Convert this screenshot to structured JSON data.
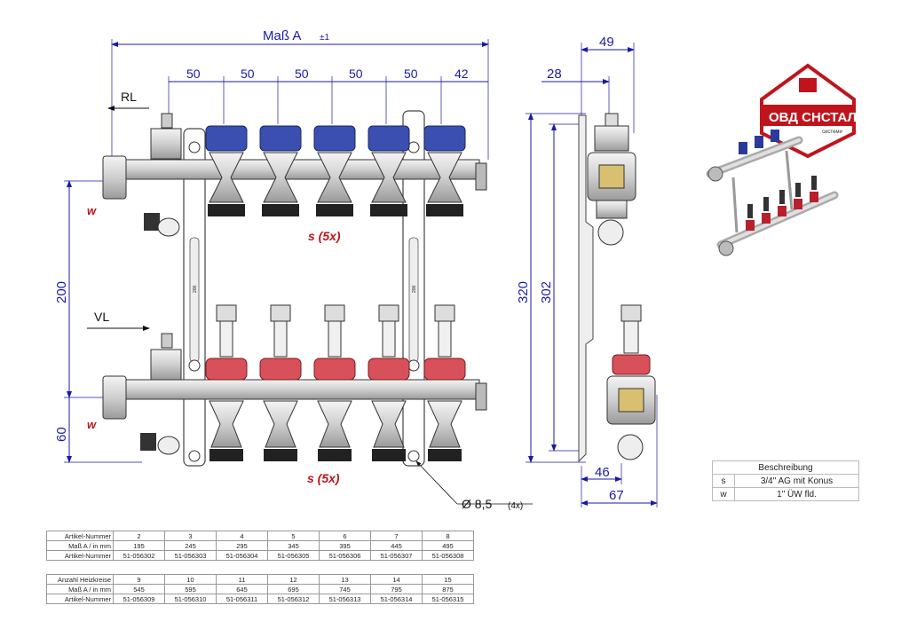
{
  "front_view": {
    "dim_top": "Maß A",
    "dim_top_tol": "±1",
    "spacings": [
      "50",
      "50",
      "50",
      "50",
      "50",
      "42"
    ],
    "rl": "RL",
    "vl": "VL",
    "w_top": "w",
    "w_bottom": "w",
    "dim_200": "200",
    "dim_60": "60",
    "s_top": "s (5x)",
    "s_bottom": "s (5x)",
    "hole": "Ø 8,5",
    "hole_count": "(4x)",
    "scale_mark": "200"
  },
  "side_view": {
    "dim_49": "49",
    "dim_28": "28",
    "dim_320": "320",
    "dim_302": "302",
    "dim_46": "46",
    "dim_67": "67"
  },
  "logo": {
    "text": "ОВД СНСТАЛ",
    "sub": "системи"
  },
  "legend": {
    "header": "Beschreibung",
    "rows": [
      {
        "key": "s",
        "value": "3/4\" AG mit Konus"
      },
      {
        "key": "w",
        "value": "1\" ÜW fld."
      }
    ]
  },
  "table1": {
    "rows": [
      {
        "label": "Artikel-Nummer",
        "cells": [
          "2",
          "3",
          "4",
          "5",
          "6",
          "7",
          "8"
        ]
      },
      {
        "label": "Maß A / in mm",
        "cells": [
          "195",
          "245",
          "295",
          "345",
          "395",
          "445",
          "495"
        ]
      },
      {
        "label": "Artikel-Nummer",
        "cells": [
          "51-056302",
          "51-056303",
          "51-056304",
          "51-056305",
          "51-056306",
          "51-056307",
          "51-056308"
        ]
      }
    ]
  },
  "table2": {
    "rows": [
      {
        "label": "Anzahl Heizkreise",
        "cells": [
          "9",
          "10",
          "11",
          "12",
          "13",
          "14",
          "15"
        ]
      },
      {
        "label": "Maß A / in mm",
        "cells": [
          "545",
          "595",
          "645",
          "695",
          "745",
          "795",
          "875"
        ]
      },
      {
        "label": "Artikel-Nummer",
        "cells": [
          "51-056309",
          "51-056310",
          "51-056311",
          "51-056312",
          "51-056313",
          "51-056314",
          "51-056315"
        ]
      }
    ]
  },
  "colors": {
    "dim": "#1a1aa8",
    "red": "#c0141c",
    "blue_cap": "#3a4fb0",
    "red_cap": "#d8505a"
  }
}
